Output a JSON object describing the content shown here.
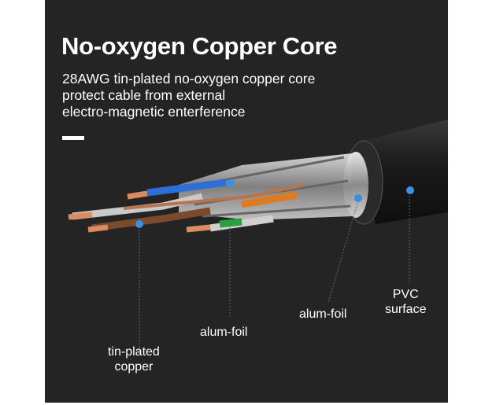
{
  "title": "No-oxygen Copper Core",
  "subtitle_lines": [
    "28AWG tin-plated no-oxygen copper core",
    "protect cable from external",
    "electro-magnetic enterference"
  ],
  "labels": {
    "tin_plated": [
      "tin-plated",
      "copper"
    ],
    "alum_foil_inner": "alum-foil",
    "alum_foil_outer": "alum-foil",
    "pvc": [
      "PVC",
      "surface"
    ]
  },
  "colors": {
    "background": "#242424",
    "marker": "#3a8fe0",
    "copper": "#d98c5f",
    "jacket": "#1a1a1a"
  }
}
